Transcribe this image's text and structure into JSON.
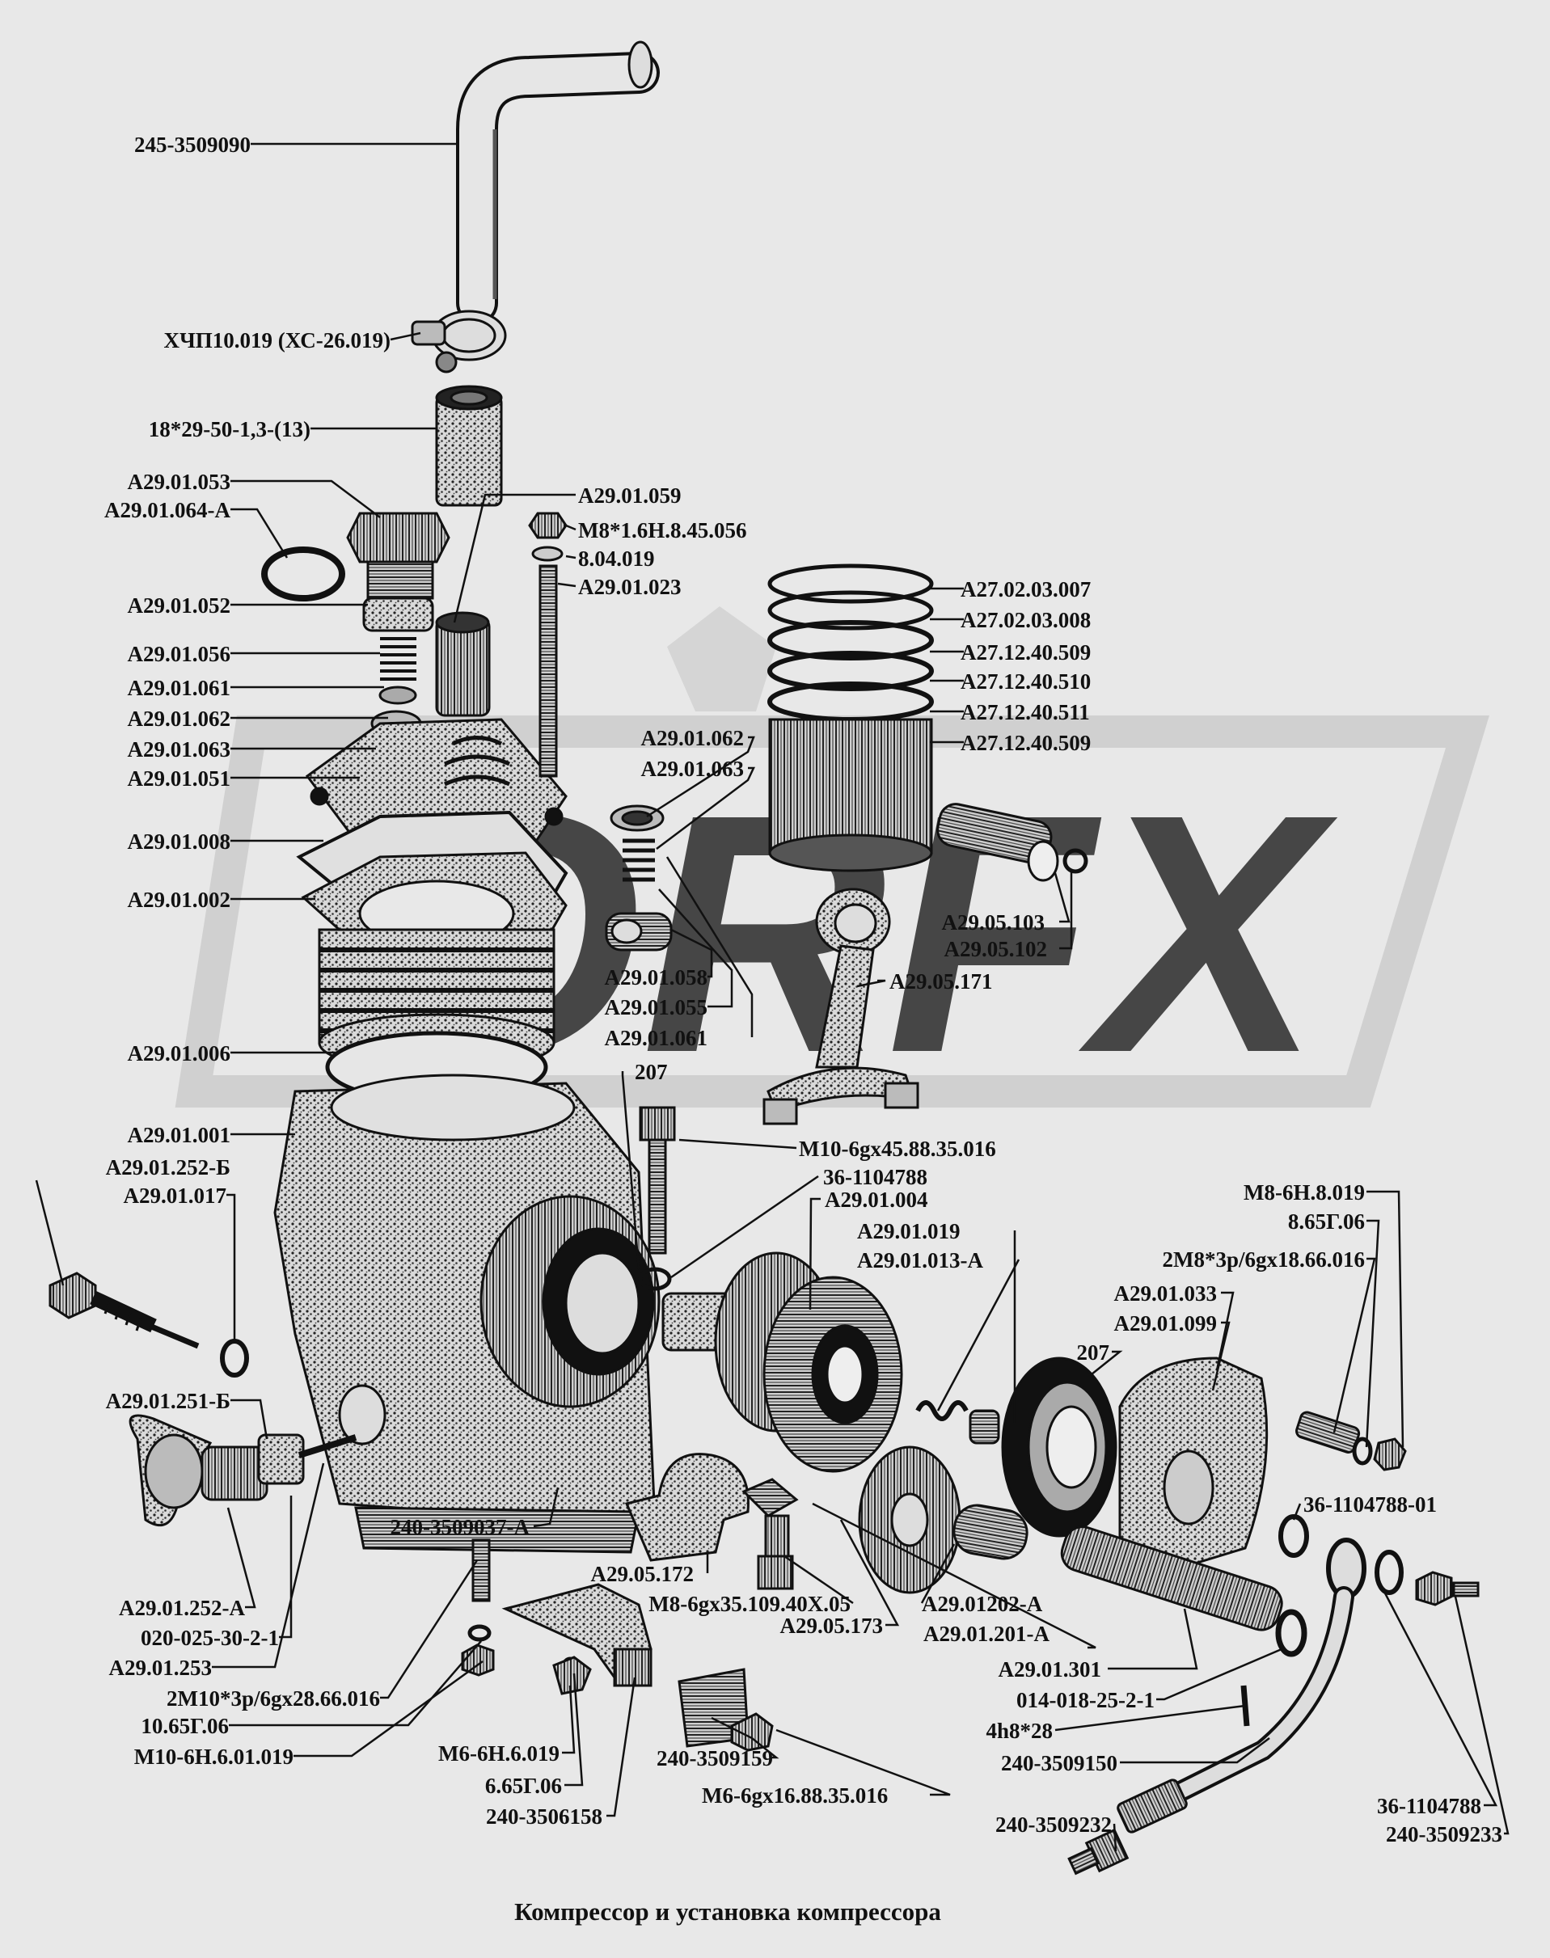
{
  "caption": "Компрессор и установка компрессора",
  "watermark": {
    "text": "ORFX",
    "color": "#cfcfcf"
  },
  "colors": {
    "background": "#e8e8e8",
    "ink": "#111111",
    "hatch": "#3a3a3a"
  },
  "labels": [
    {
      "id": "l01",
      "text": "245-3509090"
    },
    {
      "id": "l02",
      "text": "ХЧП10.019 (ХС-26.019)"
    },
    {
      "id": "l03",
      "text": "18*29-50-1,3-(13)"
    },
    {
      "id": "l04",
      "text": "А29.01.053"
    },
    {
      "id": "l05",
      "text": "А29.01.064-А"
    },
    {
      "id": "l06",
      "text": "А29.01.052"
    },
    {
      "id": "l07",
      "text": "А29.01.056"
    },
    {
      "id": "l08",
      "text": "А29.01.061"
    },
    {
      "id": "l09",
      "text": "А29.01.062"
    },
    {
      "id": "l10",
      "text": "А29.01.063"
    },
    {
      "id": "l11",
      "text": "А29.01.051"
    },
    {
      "id": "l12",
      "text": "А29.01.008"
    },
    {
      "id": "l13",
      "text": "А29.01.002"
    },
    {
      "id": "l14",
      "text": "А29.01.006"
    },
    {
      "id": "l15",
      "text": "А29.01.001"
    },
    {
      "id": "l16",
      "text": "А29.01.252-Б"
    },
    {
      "id": "l17",
      "text": "А29.01.017"
    },
    {
      "id": "l18",
      "text": "А29.01.251-Б"
    },
    {
      "id": "l19",
      "text": "А29.01.252-А"
    },
    {
      "id": "l20",
      "text": "020-025-30-2-1"
    },
    {
      "id": "l21",
      "text": "А29.01.253"
    },
    {
      "id": "l22",
      "text": "2М10*3р/6gх28.66.016"
    },
    {
      "id": "l23",
      "text": "10.65Г.06"
    },
    {
      "id": "l24",
      "text": "М10-6Н.6.01.019"
    },
    {
      "id": "l25",
      "text": "А29.01.059"
    },
    {
      "id": "l26",
      "text": "М8*1.6Н.8.45.056"
    },
    {
      "id": "l27",
      "text": "8.04.019"
    },
    {
      "id": "l28",
      "text": "А29.01.023"
    },
    {
      "id": "l29",
      "text": "А29.01.062"
    },
    {
      "id": "l30",
      "text": "А29.01.063"
    },
    {
      "id": "l31",
      "text": "А29.01.058"
    },
    {
      "id": "l32",
      "text": "А29.01.055"
    },
    {
      "id": "l33",
      "text": "А29.01.061"
    },
    {
      "id": "l34",
      "text": "207"
    },
    {
      "id": "l35",
      "text": "А27.02.03.007"
    },
    {
      "id": "l36",
      "text": "А27.02.03.008"
    },
    {
      "id": "l37",
      "text": "А27.12.40.509"
    },
    {
      "id": "l38",
      "text": "А27.12.40.510"
    },
    {
      "id": "l39",
      "text": "А27.12.40.511"
    },
    {
      "id": "l40",
      "text": "А27.12.40.509"
    },
    {
      "id": "l41",
      "text": "А29.05.103"
    },
    {
      "id": "l42",
      "text": "А29.05.102"
    },
    {
      "id": "l43",
      "text": "А29.05.171"
    },
    {
      "id": "l44",
      "text": "М10-6gх45.88.35.016"
    },
    {
      "id": "l45",
      "text": "36-1104788"
    },
    {
      "id": "l46",
      "text": "А29.01.004"
    },
    {
      "id": "l47",
      "text": "А29.01.019"
    },
    {
      "id": "l48",
      "text": "А29.01.013-А"
    },
    {
      "id": "l49",
      "text": "М8-6Н.8.019"
    },
    {
      "id": "l50",
      "text": "8.65Г.06"
    },
    {
      "id": "l51",
      "text": "2М8*3р/6gх18.66.016"
    },
    {
      "id": "l52",
      "text": "А29.01.033"
    },
    {
      "id": "l53",
      "text": "А29.01.099"
    },
    {
      "id": "l54",
      "text": "207"
    },
    {
      "id": "l55",
      "text": "36-1104788-01"
    },
    {
      "id": "l56",
      "text": "240-3509037-А"
    },
    {
      "id": "l57",
      "text": "А29.05.172"
    },
    {
      "id": "l58",
      "text": "М8-6gх35.109.40Х.05"
    },
    {
      "id": "l59",
      "text": "А29.05.173"
    },
    {
      "id": "l60",
      "text": "А29.01202-А"
    },
    {
      "id": "l61",
      "text": "А29.01.201-А"
    },
    {
      "id": "l62",
      "text": "А29.01.301"
    },
    {
      "id": "l63",
      "text": "014-018-25-2-1"
    },
    {
      "id": "l64",
      "text": "4h8*28"
    },
    {
      "id": "l65",
      "text": "240-3509150"
    },
    {
      "id": "l66",
      "text": "36-1104788"
    },
    {
      "id": "l67",
      "text": "240-3509233"
    },
    {
      "id": "l68",
      "text": "240-3509232"
    },
    {
      "id": "l69",
      "text": "М6-6Н.6.019"
    },
    {
      "id": "l70",
      "text": "6.65Г.06"
    },
    {
      "id": "l71",
      "text": "240-3506158"
    },
    {
      "id": "l72",
      "text": "240-3509159"
    },
    {
      "id": "l73",
      "text": "М6-6gх16.88.35.016"
    }
  ]
}
